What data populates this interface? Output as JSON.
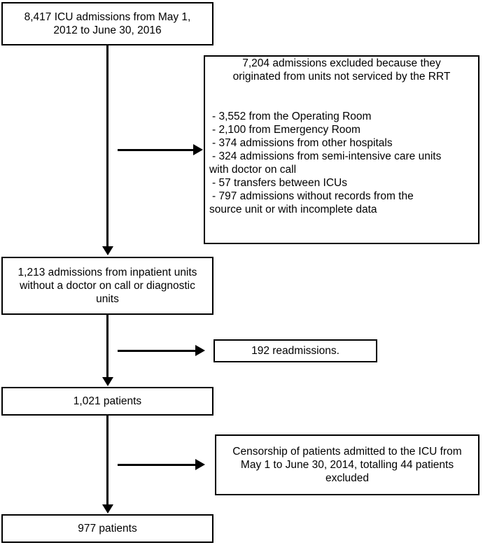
{
  "diagram": {
    "type": "flowchart",
    "title": "ICU admissions study flow diagram",
    "stroke_color": "#000000",
    "background_color": "#ffffff",
    "nodes": {
      "admissions": {
        "name": "total-admissions-box",
        "lines": [
          "8,417 ICU admissions from May 1,",
          "2012 to June 30, 2016"
        ]
      },
      "excluded": {
        "name": "excluded-admissions-box",
        "header_lines": [
          "7,204 admissions excluded because they",
          "originated from units not serviced by the RRT"
        ],
        "items": [
          "- 3,552 from the Operating Room",
          "- 2,100 from Emergency Room",
          "- 374 admissions from other hospitals",
          "- 324 admissions from semi-intensive care units",
          "with doctor on call",
          "- 57 transfers between ICUs",
          "- 797 admissions without records from the",
          "source unit or with incomplete data"
        ]
      },
      "inpatient": {
        "name": "inpatient-admissions-box",
        "lines": [
          "1,213 admissions from inpatient units",
          "without a doctor on call or diagnostic",
          "units"
        ]
      },
      "readmissions": {
        "name": "readmissions-box",
        "lines": [
          "192 readmissions."
        ]
      },
      "patients_1021": {
        "name": "patients-1021-box",
        "lines": [
          "1,021 patients"
        ]
      },
      "censorship": {
        "name": "censorship-box",
        "lines": [
          "Censorship of patients admitted to the ICU from",
          "May 1 to June 30, 2014, totalling 44 patients",
          "excluded"
        ]
      },
      "patients_977": {
        "name": "patients-977-box",
        "lines": [
          "977 patients"
        ]
      }
    },
    "connectors": [
      {
        "name": "admissions-to-inpatient",
        "kind": "arrow-down"
      },
      {
        "name": "admissions-to-excluded",
        "kind": "arrow-right"
      },
      {
        "name": "inpatient-to-patients-1021",
        "kind": "arrow-down"
      },
      {
        "name": "inpatient-to-readmissions",
        "kind": "arrow-right"
      },
      {
        "name": "patients-1021-to-patients-977",
        "kind": "arrow-down"
      },
      {
        "name": "patients-1021-to-censorship",
        "kind": "arrow-right"
      }
    ]
  }
}
